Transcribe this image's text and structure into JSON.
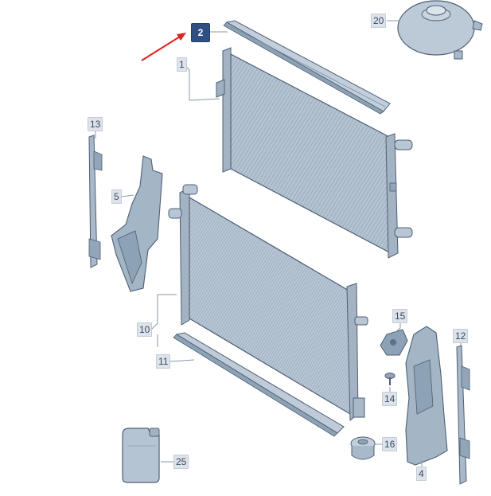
{
  "diagram": {
    "colors": {
      "part_fill": "#a9b9c9",
      "part_dark": "#7d91a6",
      "part_stroke": "#4c5f73",
      "leader": "#8a97a6",
      "highlight_bg": "#2f4f82",
      "arrow": "#e02020"
    },
    "callouts": [
      {
        "id": "c2",
        "label": "2",
        "active": true
      },
      {
        "id": "c1",
        "label": "1"
      },
      {
        "id": "c20",
        "label": "20"
      },
      {
        "id": "c13",
        "label": "13"
      },
      {
        "id": "c5",
        "label": "5"
      },
      {
        "id": "c10",
        "label": "10"
      },
      {
        "id": "c11",
        "label": "11"
      },
      {
        "id": "c15",
        "label": "15"
      },
      {
        "id": "c14",
        "label": "14"
      },
      {
        "id": "c12",
        "label": "12"
      },
      {
        "id": "c16",
        "label": "16"
      },
      {
        "id": "c4",
        "label": "4"
      },
      {
        "id": "c25",
        "label": "25"
      }
    ]
  }
}
